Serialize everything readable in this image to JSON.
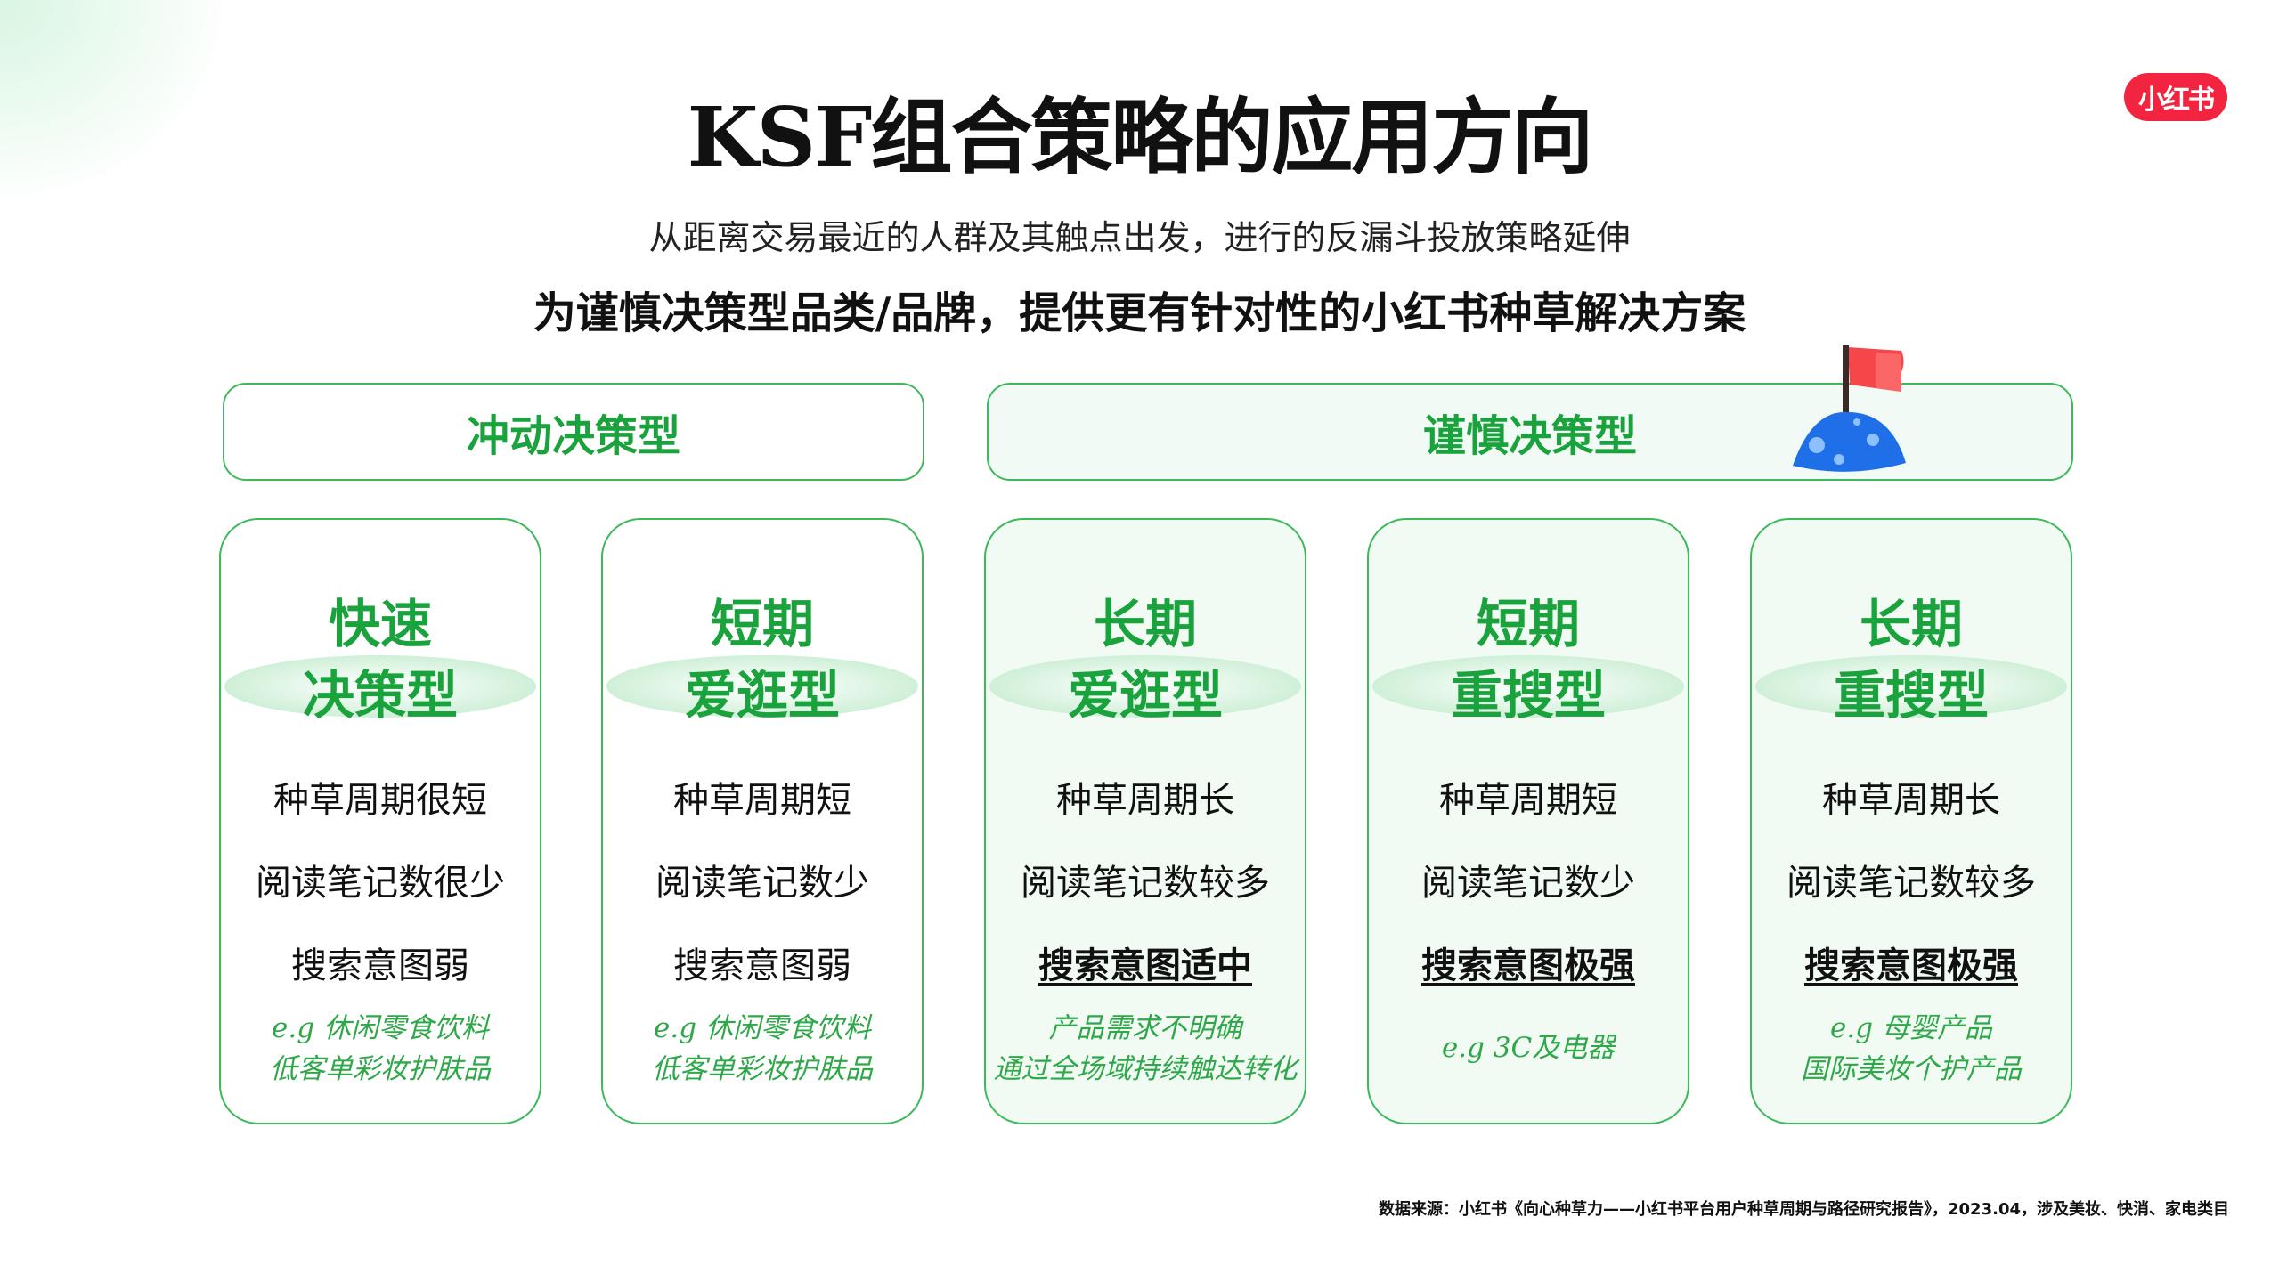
{
  "logo": "小红书",
  "title": "KSF组合策略的应用方向",
  "subtitle": "从距离交易最近的人群及其触点出发，进行的反漏斗投放策略延伸",
  "subtitle_bold": "为谨慎决策型品类/品牌，提供更有针对性的小红书种草解决方案",
  "groups": [
    "冲动决策型",
    "谨慎决策型"
  ],
  "cards": [
    {
      "t1": "快速",
      "t2": "决策型",
      "a": "种草周期很短",
      "b": "阅读笔记数很少",
      "c": "搜索意图弱",
      "e1": "e.g 休闲零食饮料",
      "e2": "低客单彩妆护肤品"
    },
    {
      "t1": "短期",
      "t2": "爱逛型",
      "a": "种草周期短",
      "b": "阅读笔记数少",
      "c": "搜索意图弱",
      "e1": "e.g 休闲零食饮料",
      "e2": "低客单彩妆护肤品"
    },
    {
      "t1": "长期",
      "t2": "爱逛型",
      "a": "种草周期长",
      "b": "阅读笔记数较多",
      "c": "搜索意图适中",
      "e1": "产品需求不明确",
      "e2": "通过全场域持续触达转化"
    },
    {
      "t1": "短期",
      "t2": "重搜型",
      "a": "种草周期短",
      "b": "阅读笔记数少",
      "c": "搜索意图极强",
      "e1": "e.g 3C及电器"
    },
    {
      "t1": "长期",
      "t2": "重搜型",
      "a": "种草周期长",
      "b": "阅读笔记数较多",
      "c": "搜索意图极强",
      "e1": "e.g 母婴产品",
      "e2": "国际美妆个护产品"
    }
  ],
  "footer": "数据来源：小红书《向心种草力——小红书平台用户种草周期与路径研究报告》，2023.04，涉及美妆、快消、家电类目",
  "colors": {
    "green": "#1aa23d",
    "border": "#3cb95a",
    "logo": "#f2243f"
  }
}
